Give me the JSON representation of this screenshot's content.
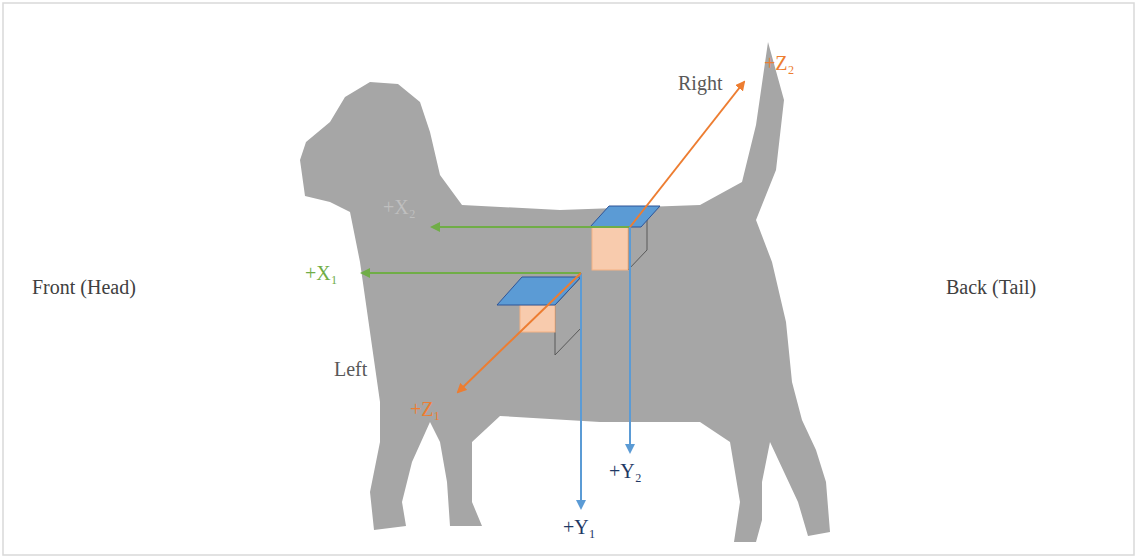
{
  "diagram": {
    "labels": [
      "Right",
      "+Z₂",
      "+X₂",
      "+X₁",
      "Front (Head)",
      "Back (Tail)",
      "Left",
      "+Z₁",
      "+Y₂",
      "+Y₁"
    ]
  }
}
